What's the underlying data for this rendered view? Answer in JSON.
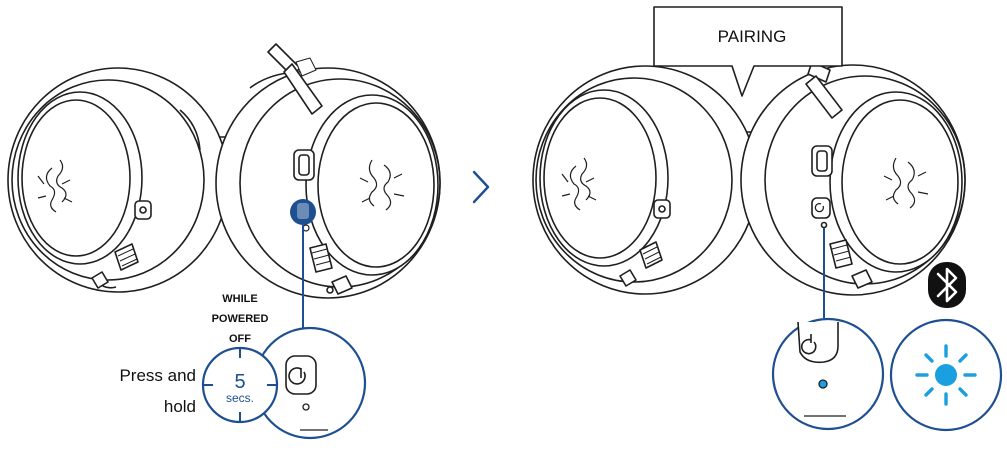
{
  "left_step": {
    "condition_lines": [
      "WHILE",
      "POWERED",
      "OFF"
    ],
    "instruction_lines": [
      "Press and",
      "hold"
    ],
    "timer": {
      "value": "5",
      "unit": "secs."
    }
  },
  "arrow": {
    "icon": "chevron-right-icon"
  },
  "right_step": {
    "callout_label": "PAIRING",
    "bluetooth_icon": "bluetooth-icon",
    "led_icon": "blinking-led-icon",
    "led_color": "#1a9fe0"
  },
  "colors": {
    "accent": "#1d4f91",
    "outline": "#1f1f1f",
    "background": "#ffffff"
  }
}
